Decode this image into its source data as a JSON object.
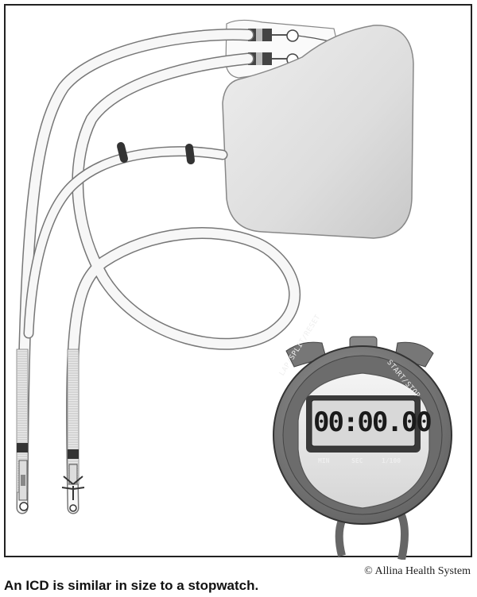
{
  "figure": {
    "caption": "An ICD is similar in size to a stopwatch.",
    "credit": "© Allina Health System"
  },
  "stopwatch": {
    "left_button_label": "LAP/SPLIT/RESET",
    "right_button_label": "START/STOP",
    "display_time": "00:00.00",
    "unit_min": "MIN",
    "unit_sec": "SEC",
    "unit_hundredths": "1/100"
  }
}
